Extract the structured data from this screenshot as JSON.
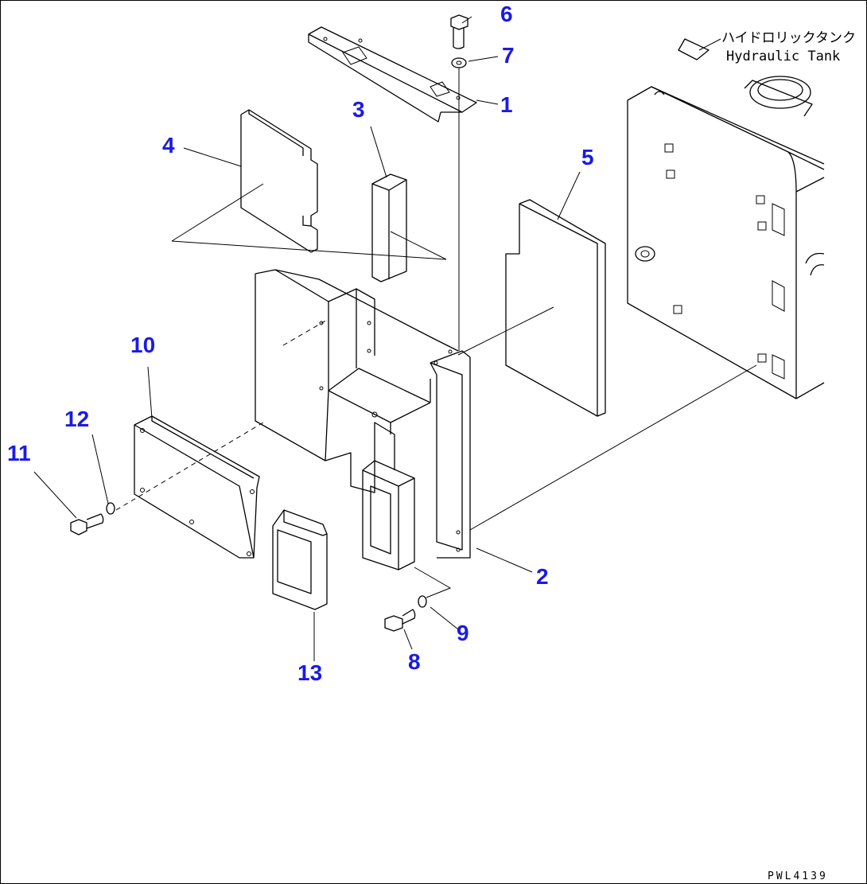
{
  "callouts": [
    {
      "id": "1",
      "label": "1"
    },
    {
      "id": "2",
      "label": "2"
    },
    {
      "id": "3",
      "label": "3"
    },
    {
      "id": "4",
      "label": "4"
    },
    {
      "id": "5",
      "label": "5"
    },
    {
      "id": "6",
      "label": "6"
    },
    {
      "id": "7",
      "label": "7"
    },
    {
      "id": "8",
      "label": "8"
    },
    {
      "id": "9",
      "label": "9"
    },
    {
      "id": "10",
      "label": "10"
    },
    {
      "id": "11",
      "label": "11"
    },
    {
      "id": "12",
      "label": "12"
    },
    {
      "id": "13",
      "label": "13"
    }
  ],
  "tank_label": {
    "japanese": "ハイドロリックタンク",
    "english": "Hydraulic Tank"
  },
  "drawing_code": "PWL4139",
  "colors": {
    "callout": "#1a1ae6",
    "line": "#000000",
    "background": "#ffffff"
  }
}
